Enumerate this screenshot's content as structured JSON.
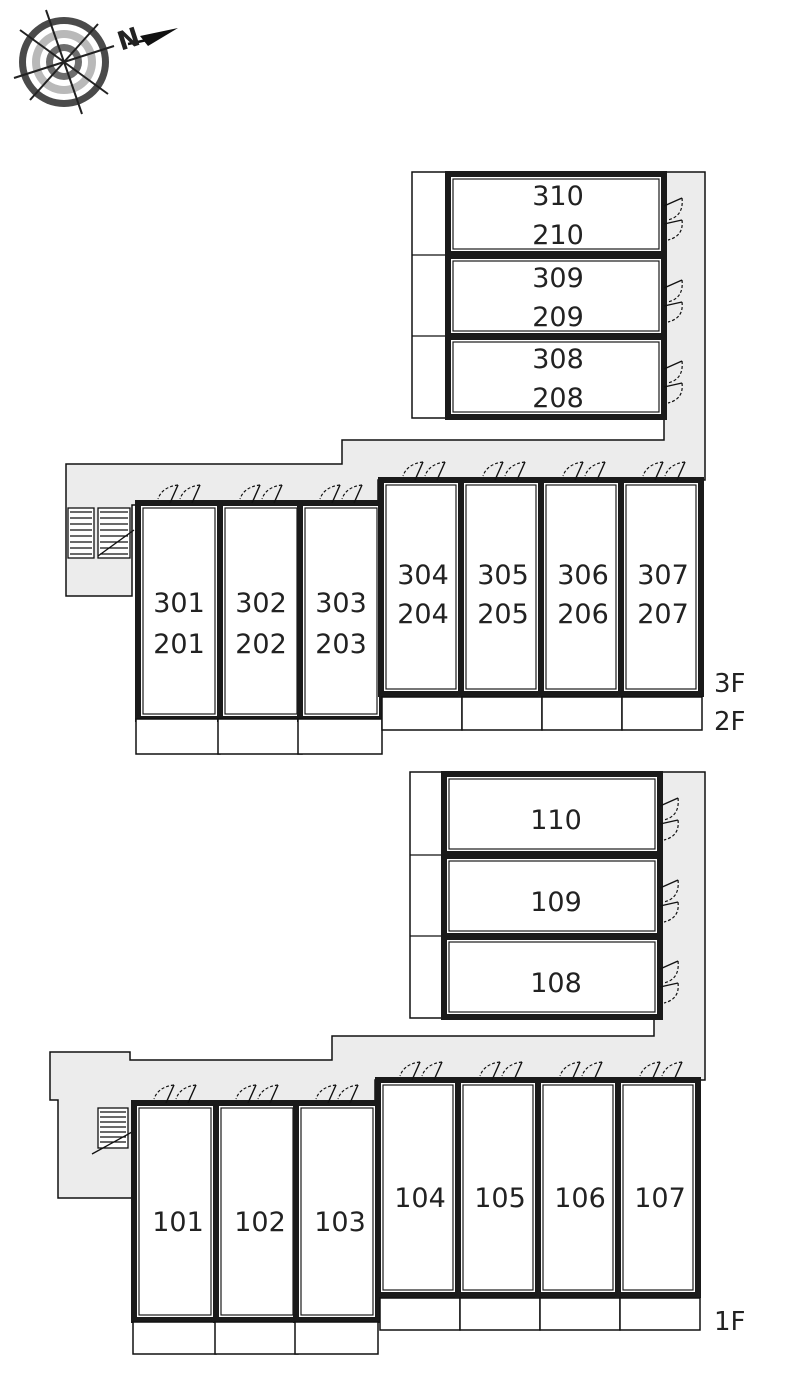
{
  "compass": {
    "letter": "N",
    "icon": "compass-rose-icon"
  },
  "upper": {
    "floors": [
      "3F",
      "2F"
    ],
    "units_ns": [
      {
        "top": "310",
        "bottom": "210"
      },
      {
        "top": "309",
        "bottom": "209"
      },
      {
        "top": "308",
        "bottom": "208"
      }
    ],
    "units_row_left": [
      {
        "top": "301",
        "bottom": "201"
      },
      {
        "top": "302",
        "bottom": "202"
      },
      {
        "top": "303",
        "bottom": "203"
      }
    ],
    "units_row_right": [
      {
        "top": "304",
        "bottom": "204"
      },
      {
        "top": "305",
        "bottom": "205"
      },
      {
        "top": "306",
        "bottom": "206"
      },
      {
        "top": "307",
        "bottom": "207"
      }
    ]
  },
  "lower": {
    "floor": "1F",
    "units_ns": [
      "110",
      "109",
      "108"
    ],
    "units_row_left": [
      "101",
      "102",
      "103"
    ],
    "units_row_right": [
      "104",
      "105",
      "106",
      "107"
    ]
  },
  "icons": {
    "door": "door-swing-icon",
    "stairs": "stairs-icon"
  }
}
